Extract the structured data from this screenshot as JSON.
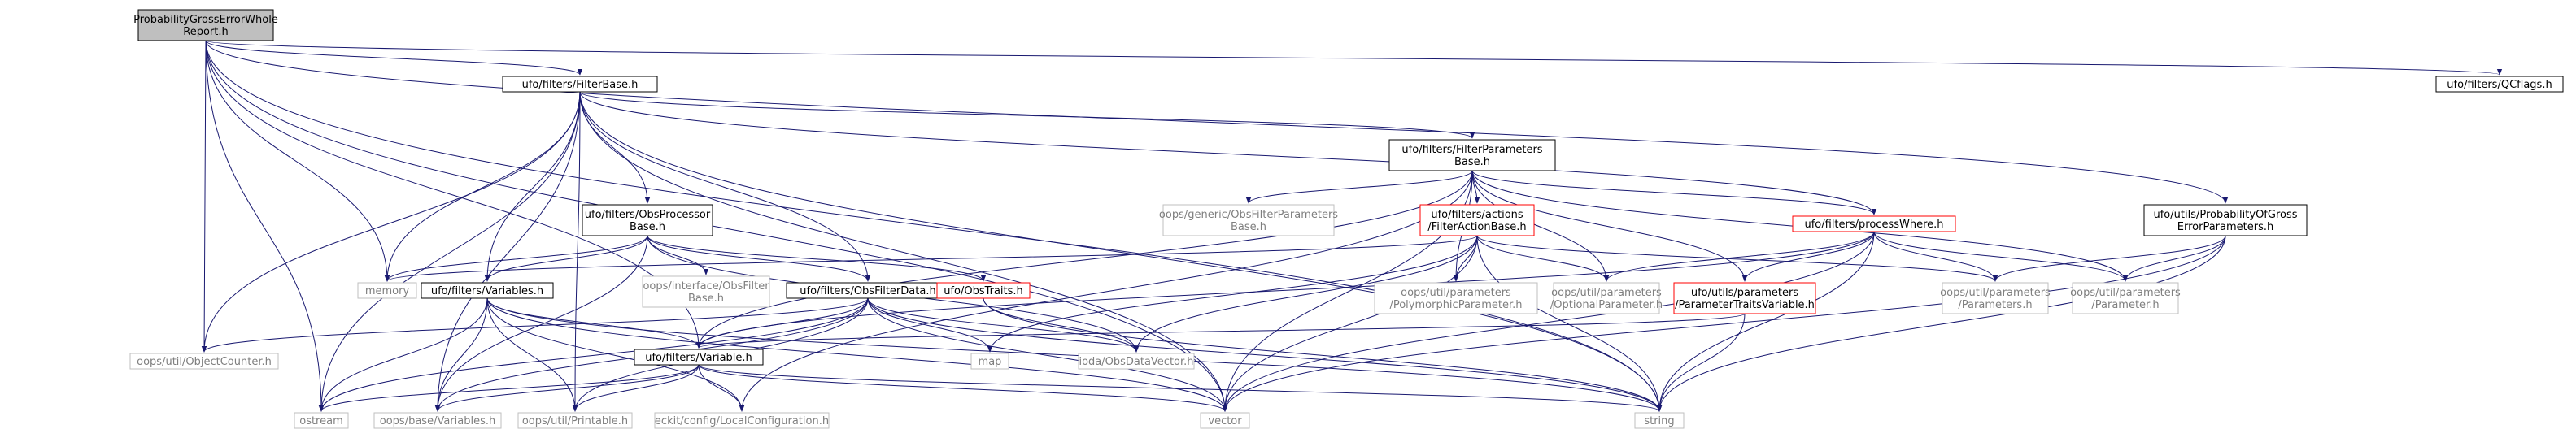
{
  "nodes": [
    {
      "id": "root",
      "lines": [
        "ProbabilityGrossErrorWhole",
        "Report.h"
      ],
      "style": "root"
    },
    {
      "id": "filterbase",
      "lines": [
        "ufo/filters/FilterBase.h"
      ],
      "style": "normal"
    },
    {
      "id": "qcflags",
      "lines": [
        "ufo/filters/QCflags.h"
      ],
      "style": "normal"
    },
    {
      "id": "filterparams",
      "lines": [
        "ufo/filters/FilterParameters",
        "Base.h"
      ],
      "style": "normal"
    },
    {
      "id": "probparams",
      "lines": [
        "ufo/utils/ProbabilityOfGross",
        "ErrorParameters.h"
      ],
      "style": "normal"
    },
    {
      "id": "obsproc",
      "lines": [
        "ufo/filters/ObsProcessor",
        "Base.h"
      ],
      "style": "normal"
    },
    {
      "id": "obsfilterparams",
      "lines": [
        "oops/generic/ObsFilterParameters",
        "Base.h"
      ],
      "style": "gray"
    },
    {
      "id": "filteraction",
      "lines": [
        "ufo/filters/actions",
        "/FilterActionBase.h"
      ],
      "style": "red"
    },
    {
      "id": "processwhere",
      "lines": [
        "ufo/filters/processWhere.h"
      ],
      "style": "red"
    },
    {
      "id": "memory",
      "lines": [
        "memory"
      ],
      "style": "gray"
    },
    {
      "id": "variables",
      "lines": [
        "ufo/filters/Variables.h"
      ],
      "style": "normal"
    },
    {
      "id": "obsfilterbase",
      "lines": [
        "oops/interface/ObsFilter",
        "Base.h"
      ],
      "style": "gray"
    },
    {
      "id": "obsfilterdata",
      "lines": [
        "ufo/filters/ObsFilterData.h"
      ],
      "style": "normal"
    },
    {
      "id": "obstraits",
      "lines": [
        "ufo/ObsTraits.h"
      ],
      "style": "red"
    },
    {
      "id": "polyparam",
      "lines": [
        "oops/util/parameters",
        "/PolymorphicParameter.h"
      ],
      "style": "gray"
    },
    {
      "id": "optparam",
      "lines": [
        "oops/util/parameters",
        "/OptionalParameter.h"
      ],
      "style": "gray"
    },
    {
      "id": "paramtraits",
      "lines": [
        "ufo/utils/parameters",
        "/ParameterTraitsVariable.h"
      ],
      "style": "red"
    },
    {
      "id": "parameters",
      "lines": [
        "oops/util/parameters",
        "/Parameters.h"
      ],
      "style": "gray"
    },
    {
      "id": "parameter",
      "lines": [
        "oops/util/parameters",
        "/Parameter.h"
      ],
      "style": "gray"
    },
    {
      "id": "objcounter",
      "lines": [
        "oops/util/ObjectCounter.h"
      ],
      "style": "gray"
    },
    {
      "id": "variable",
      "lines": [
        "ufo/filters/Variable.h"
      ],
      "style": "normal"
    },
    {
      "id": "map",
      "lines": [
        "map"
      ],
      "style": "gray"
    },
    {
      "id": "obsdatavector",
      "lines": [
        "ioda/ObsDataVector.h"
      ],
      "style": "gray"
    },
    {
      "id": "ostream",
      "lines": [
        "ostream"
      ],
      "style": "gray"
    },
    {
      "id": "oopsvariables",
      "lines": [
        "oops/base/Variables.h"
      ],
      "style": "gray"
    },
    {
      "id": "printable",
      "lines": [
        "oops/util/Printable.h"
      ],
      "style": "gray"
    },
    {
      "id": "localconfig",
      "lines": [
        "eckit/config/LocalConfiguration.h"
      ],
      "style": "gray"
    },
    {
      "id": "vector",
      "lines": [
        "vector"
      ],
      "style": "gray"
    },
    {
      "id": "string",
      "lines": [
        "string"
      ],
      "style": "gray"
    }
  ],
  "edges": [
    [
      "root",
      "filterbase"
    ],
    [
      "root",
      "qcflags"
    ],
    [
      "root",
      "probparams"
    ],
    [
      "root",
      "memory"
    ],
    [
      "root",
      "objcounter"
    ],
    [
      "root",
      "variable"
    ],
    [
      "root",
      "ostream"
    ],
    [
      "root",
      "vector"
    ],
    [
      "root",
      "string"
    ],
    [
      "filterbase",
      "filterparams"
    ],
    [
      "filterbase",
      "obsproc"
    ],
    [
      "filterbase",
      "processwhere"
    ],
    [
      "filterbase",
      "memory"
    ],
    [
      "filterbase",
      "variables"
    ],
    [
      "filterbase",
      "obsfilterdata"
    ],
    [
      "filterbase",
      "objcounter"
    ],
    [
      "filterbase",
      "ostream"
    ],
    [
      "filterbase",
      "oopsvariables"
    ],
    [
      "filterbase",
      "printable"
    ],
    [
      "filterbase",
      "vector"
    ],
    [
      "filterbase",
      "string"
    ],
    [
      "filterparams",
      "obsfilterparams"
    ],
    [
      "filterparams",
      "filteraction"
    ],
    [
      "filterparams",
      "processwhere"
    ],
    [
      "filterparams",
      "polyparam"
    ],
    [
      "filterparams",
      "optparam"
    ],
    [
      "filterparams",
      "paramtraits"
    ],
    [
      "filterparams",
      "parameter"
    ],
    [
      "filterparams",
      "variable"
    ],
    [
      "filterparams",
      "vector"
    ],
    [
      "filterparams",
      "localconfig"
    ],
    [
      "probparams",
      "parameters"
    ],
    [
      "probparams",
      "parameter"
    ],
    [
      "probparams",
      "vector"
    ],
    [
      "probparams",
      "string"
    ],
    [
      "obsproc",
      "memory"
    ],
    [
      "obsproc",
      "variables"
    ],
    [
      "obsproc",
      "obsfilterbase"
    ],
    [
      "obsproc",
      "obsfilterdata"
    ],
    [
      "obsproc",
      "obstraits"
    ],
    [
      "obsproc",
      "obsdatavector"
    ],
    [
      "obsproc",
      "oopsvariables"
    ],
    [
      "filteraction",
      "memory"
    ],
    [
      "filteraction",
      "polyparam"
    ],
    [
      "filteraction",
      "optparam"
    ],
    [
      "filteraction",
      "parameters"
    ],
    [
      "filteraction",
      "map"
    ],
    [
      "filteraction",
      "obsdatavector"
    ],
    [
      "filteraction",
      "vector"
    ],
    [
      "filteraction",
      "string"
    ],
    [
      "processwhere",
      "paramtraits"
    ],
    [
      "processwhere",
      "optparam"
    ],
    [
      "processwhere",
      "parameters"
    ],
    [
      "processwhere",
      "parameter"
    ],
    [
      "processwhere",
      "variable"
    ],
    [
      "processwhere",
      "vector"
    ],
    [
      "processwhere",
      "string"
    ],
    [
      "variables",
      "variable"
    ],
    [
      "variables",
      "ostream"
    ],
    [
      "variables",
      "oopsvariables"
    ],
    [
      "variables",
      "printable"
    ],
    [
      "variables",
      "localconfig"
    ],
    [
      "variables",
      "vector"
    ],
    [
      "variables",
      "string"
    ],
    [
      "obsfilterdata",
      "variable"
    ],
    [
      "obsfilterdata",
      "objcounter"
    ],
    [
      "obsfilterdata",
      "map"
    ],
    [
      "obsfilterdata",
      "obsdatavector"
    ],
    [
      "obsfilterdata",
      "oopsvariables"
    ],
    [
      "obsfilterdata",
      "printable"
    ],
    [
      "obsfilterdata",
      "ostream"
    ],
    [
      "obsfilterdata",
      "vector"
    ],
    [
      "obsfilterdata",
      "string"
    ],
    [
      "obstraits",
      "obsdatavector"
    ],
    [
      "obstraits",
      "string"
    ],
    [
      "paramtraits",
      "variable"
    ],
    [
      "paramtraits",
      "string"
    ],
    [
      "variable",
      "ostream"
    ],
    [
      "variable",
      "oopsvariables"
    ],
    [
      "variable",
      "printable"
    ],
    [
      "variable",
      "localconfig"
    ],
    [
      "variable",
      "vector"
    ],
    [
      "variable",
      "string"
    ]
  ],
  "colors": {
    "edge": "#191970",
    "border": "#000000",
    "gray_border": "#bfbfbf",
    "gray_text": "#7f7f7f",
    "red_border": "#ff0000",
    "root_fill": "#bfbfbf"
  }
}
